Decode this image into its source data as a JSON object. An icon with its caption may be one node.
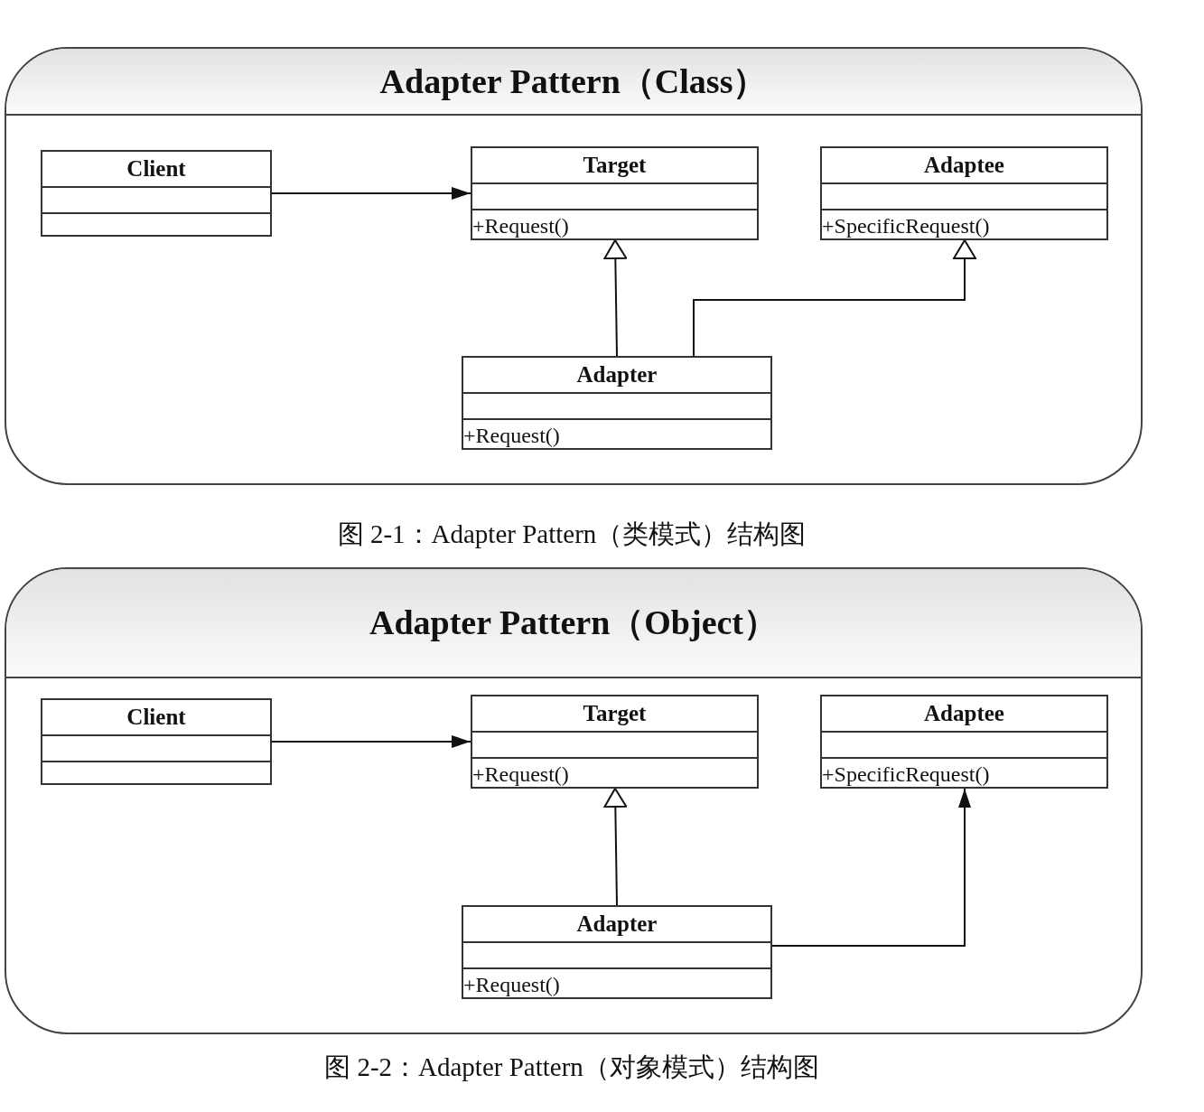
{
  "diagram": {
    "nodes": [
      {
        "text": [
          "Adapter Pattern（Class）"
        ]
      },
      {
        "text": [
          "Client"
        ],
        "in": 0
      },
      {
        "text": [
          "Target",
          "+Request()"
        ],
        "in": 0
      },
      {
        "text": [
          "Adaptee",
          "+SpecificRequest()"
        ],
        "in": 0
      },
      {
        "text": [
          "Adapter",
          "+Request()"
        ],
        "in": 0
      },
      {
        "text": [
          "Adapter Pattern（Object）"
        ]
      },
      {
        "text": [
          "Client"
        ],
        "in": 5
      },
      {
        "text": [
          "Target",
          "+Request()"
        ],
        "in": 5
      },
      {
        "text": [
          "Adaptee",
          "+SpecificRequest()"
        ],
        "in": 5
      },
      {
        "text": [
          "Adapter",
          "+Request()"
        ],
        "in": 5
      }
    ],
    "edges": [
      {
        "from": 1,
        "to": 2,
        "arrow": "to"
      },
      {
        "from": 4,
        "to": 2,
        "arrow": "to"
      },
      {
        "from": 4,
        "to": 3,
        "arrow": "to"
      },
      {
        "from": 6,
        "to": 7,
        "arrow": "to"
      },
      {
        "from": 9,
        "to": 7,
        "arrow": "to"
      },
      {
        "from": 9,
        "to": 8,
        "arrow": "to"
      }
    ],
    "labels": [
      "图 2-1：Adapter Pattern（类模式）结构图",
      "图 2-2：Adapter Pattern（对象模式）结构图"
    ]
  }
}
